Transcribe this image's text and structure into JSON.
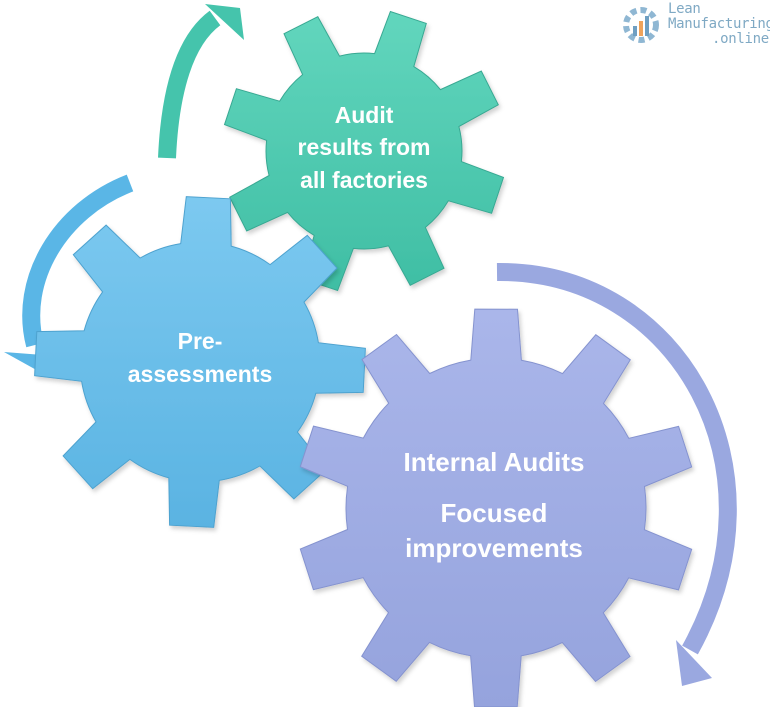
{
  "gears": [
    {
      "id": "audit-results",
      "lines": [
        "Audit",
        "results from",
        "all factories"
      ],
      "color": "#4fc9b0"
    },
    {
      "id": "pre-assessments",
      "lines": [
        "Pre-",
        "assessments"
      ],
      "color": "#6bbde8"
    },
    {
      "id": "internal-audits",
      "lines": [
        "Internal Audits",
        "Focused",
        "improvements"
      ],
      "color": "#9eabe3"
    }
  ],
  "logo": {
    "line1": "Lean",
    "line2": "Manufacturing",
    "line3": ".online",
    "icon": "gear-chart-icon"
  },
  "colors": {
    "teal_arrow": "#45c4ac",
    "blue_arrow": "#5ab6e6",
    "lavender_arrow": "#9aa8e0"
  }
}
